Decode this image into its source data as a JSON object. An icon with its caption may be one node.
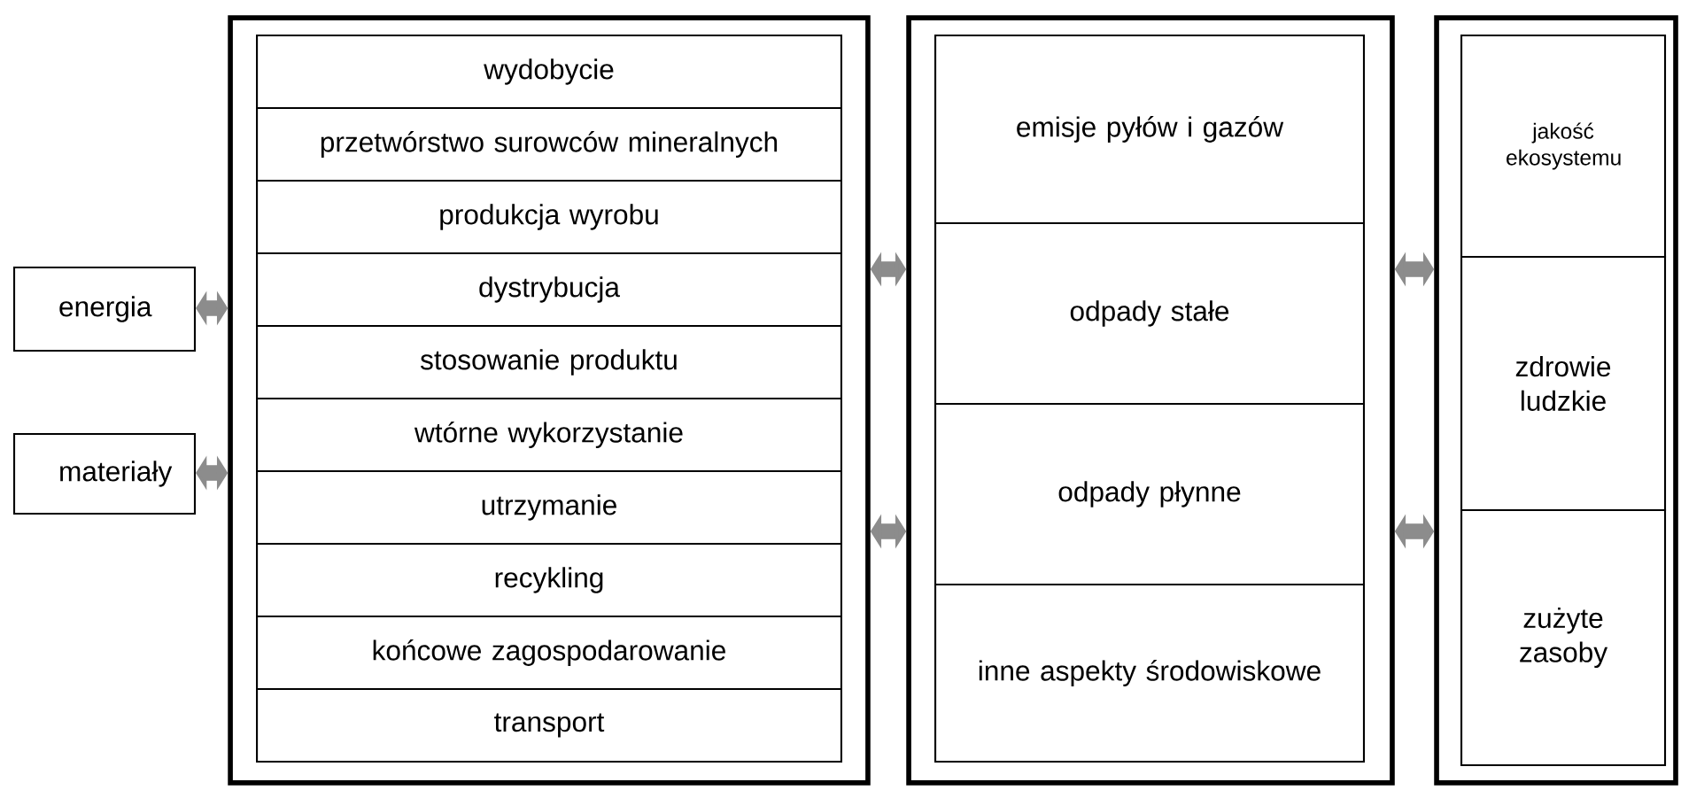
{
  "diagram": {
    "nodes": [
      {
        "text": [
          "energia"
        ]
      },
      {
        "text": [
          "materiały"
        ]
      },
      {
        "text": [],
        "shape": "box"
      },
      {
        "text": [
          "wydobycie"
        ],
        "in": 2
      },
      {
        "text": [
          "przetwórstwo surowców mineralnych"
        ],
        "in": 2
      },
      {
        "text": [
          "produkcja wyrobu"
        ],
        "in": 2
      },
      {
        "text": [
          "dystrybucja"
        ],
        "in": 2
      },
      {
        "text": [
          "stosowanie produktu"
        ],
        "in": 2
      },
      {
        "text": [
          "wtórne wykorzystanie"
        ],
        "in": 2
      },
      {
        "text": [
          "utrzymanie"
        ],
        "in": 2
      },
      {
        "text": [
          "recykling"
        ],
        "in": 2
      },
      {
        "text": [
          "końcowe zagospodarowanie"
        ],
        "in": 2
      },
      {
        "text": [
          "transport"
        ],
        "in": 2
      },
      {
        "text": [],
        "shape": "box"
      },
      {
        "text": [
          "emisje pyłów i gazów"
        ],
        "in": 13
      },
      {
        "text": [
          "odpady stałe"
        ],
        "in": 13
      },
      {
        "text": [
          "odpady płynne"
        ],
        "in": 13
      },
      {
        "text": [
          "inne aspekty środowiskowe"
        ],
        "in": 13
      },
      {
        "text": [],
        "shape": "box"
      },
      {
        "text": [
          "jakość ekosystemu"
        ],
        "in": 18
      },
      {
        "text": [
          "zdrowie ludzkie"
        ],
        "in": 18
      },
      {
        "text": [
          "zużyte zasoby"
        ],
        "in": 18
      }
    ],
    "edges": [
      {
        "from": 0,
        "to": 2,
        "arrow": "both"
      },
      {
        "from": 1,
        "to": 2,
        "arrow": "both"
      },
      {
        "from": 2,
        "to": 13,
        "arrow": "both"
      },
      {
        "from": 2,
        "to": 13,
        "arrow": "both"
      },
      {
        "from": 13,
        "to": 18,
        "arrow": "both"
      },
      {
        "from": 13,
        "to": 18,
        "arrow": "both"
      }
    ]
  }
}
